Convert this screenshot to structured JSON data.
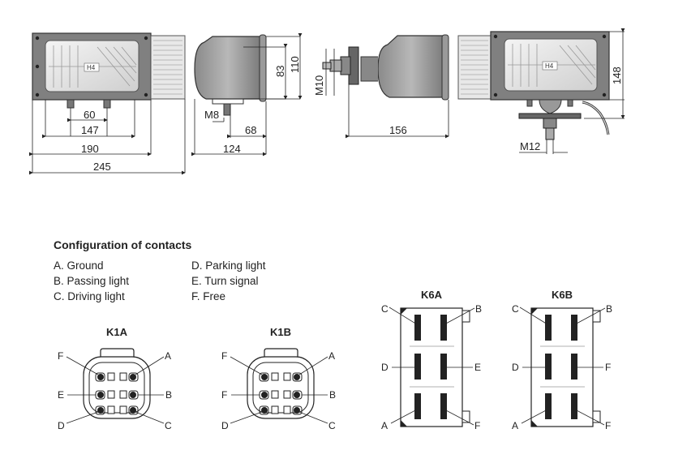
{
  "dimensions": {
    "front": {
      "d60": "60",
      "d147": "147",
      "d190": "190",
      "d245": "245",
      "lamp_label": "H4"
    },
    "side": {
      "d83": "83",
      "d110": "110",
      "m8": "M8",
      "d68": "68",
      "d124": "124"
    },
    "rear": {
      "m10": "M10",
      "d156": "156"
    },
    "mount": {
      "d148": "148",
      "m12": "M12",
      "lamp_label": "H4"
    }
  },
  "contacts": {
    "title": "Configuration of contacts",
    "left": [
      "A. Ground",
      "B. Passing light",
      "C. Driving light"
    ],
    "right": [
      "D. Parking light",
      "E. Turn signal",
      "F. Free"
    ]
  },
  "connectors": {
    "k1a": {
      "name": "K1A",
      "tl": "F",
      "tr": "A",
      "ml": "E",
      "mr": "B",
      "bl": "D",
      "br": "C"
    },
    "k1b": {
      "name": "K1B",
      "tl": "F",
      "tr": "A",
      "ml": "F",
      "mr": "B",
      "bl": "D",
      "br": "C"
    },
    "k6a": {
      "name": "K6A",
      "tl": "C",
      "tr": "B",
      "ml": "D",
      "mr": "E",
      "bl": "A",
      "br": "F"
    },
    "k6b": {
      "name": "K6B",
      "tl": "C",
      "tr": "B",
      "ml": "D",
      "mr": "F",
      "bl": "A",
      "br": "F"
    }
  }
}
